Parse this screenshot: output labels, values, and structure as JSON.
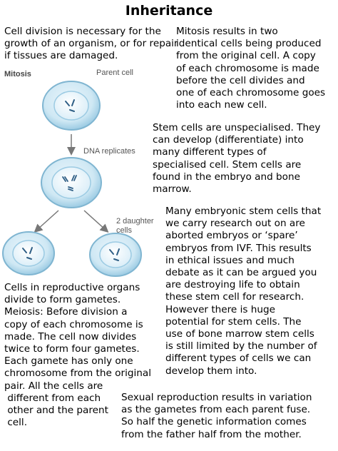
{
  "title": "Inheritance",
  "text_blocks": {
    "cell_division": [
      "Cell division is necessary for the",
      "growth of an organism, or for repair",
      "if tissues are damaged."
    ],
    "mitosis": [
      "Mitosis results in two",
      "identical cells being produced",
      "from the original cell. A copy",
      "of each chromosome is made",
      "before the cell divides and",
      "one of each chromosome goes",
      "into each new cell."
    ],
    "stem_cells": [
      "Stem cells are unspecialised. They",
      "can develop (differentiate) into",
      "many different types of",
      "specialised cell. Stem cells are",
      "found in the embryo and bone",
      "marrow."
    ],
    "embryonic": [
      "Many embryonic stem cells that",
      "we carry research out on are",
      "aborted embryos or ‘spare’",
      "embryos from IVF. This results",
      "in ethical issues and much",
      "debate as it can be argued you",
      "are destroying life to obtain",
      "these stem cell for research.",
      "However there is huge",
      "potential for stem cells. The",
      "use of bone marrow stem cells",
      "is still limited by the number of",
      "different types of cells we can",
      "develop them into."
    ],
    "meiosis": [
      "Cells in reproductive organs",
      "divide to form gametes.",
      "Meiosis: Before division a",
      "copy of each chromosome is",
      "made. The cell now divides",
      "twice to form four gametes.",
      "Each gamete has only one",
      "chromosome from the original",
      "pair. All the cells are",
      " different from each",
      " other and the parent",
      " cell."
    ],
    "sexual_reproduction": [
      "Sexual reproduction results in variation",
      "as the gametes from each parent fuse.",
      "So half the genetic information comes",
      "from the father half from the mother."
    ]
  },
  "diagram": {
    "mitosis_label": "Mitosis",
    "parent_cell_label": "Parent cell",
    "dna_replicates_label": "DNA replicates",
    "daughter_cells_label": "2 daughter cells"
  }
}
